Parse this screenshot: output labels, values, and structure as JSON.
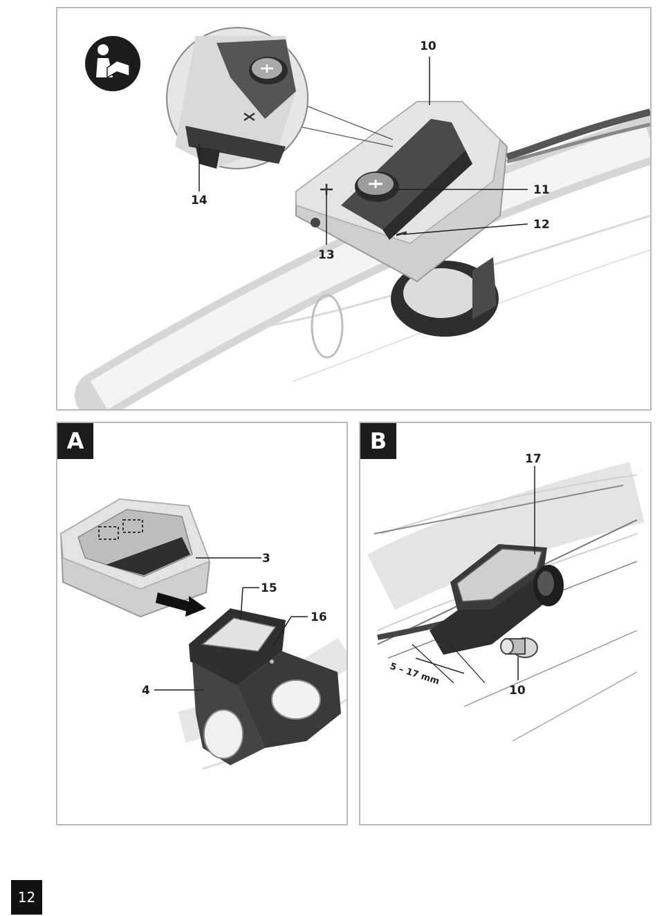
{
  "colors": {
    "panel_border": "#b9b9b9",
    "dark_device": "#4a4a4a",
    "light_device": "#d2d2d2",
    "label_text": "#1e1e1e"
  },
  "icons": {
    "manual": "read-manual-icon",
    "arrow": "insert-arrow-icon"
  },
  "top_panel": {
    "callouts": [
      "10",
      "11",
      "12",
      "13",
      "14"
    ]
  },
  "panel_a": {
    "letter": "A",
    "callouts": [
      "3",
      "15",
      "16",
      "4"
    ]
  },
  "panel_b": {
    "letter": "B",
    "callouts": [
      "17",
      "10"
    ],
    "dimension": "5 – 17 mm"
  },
  "page_number": "12"
}
